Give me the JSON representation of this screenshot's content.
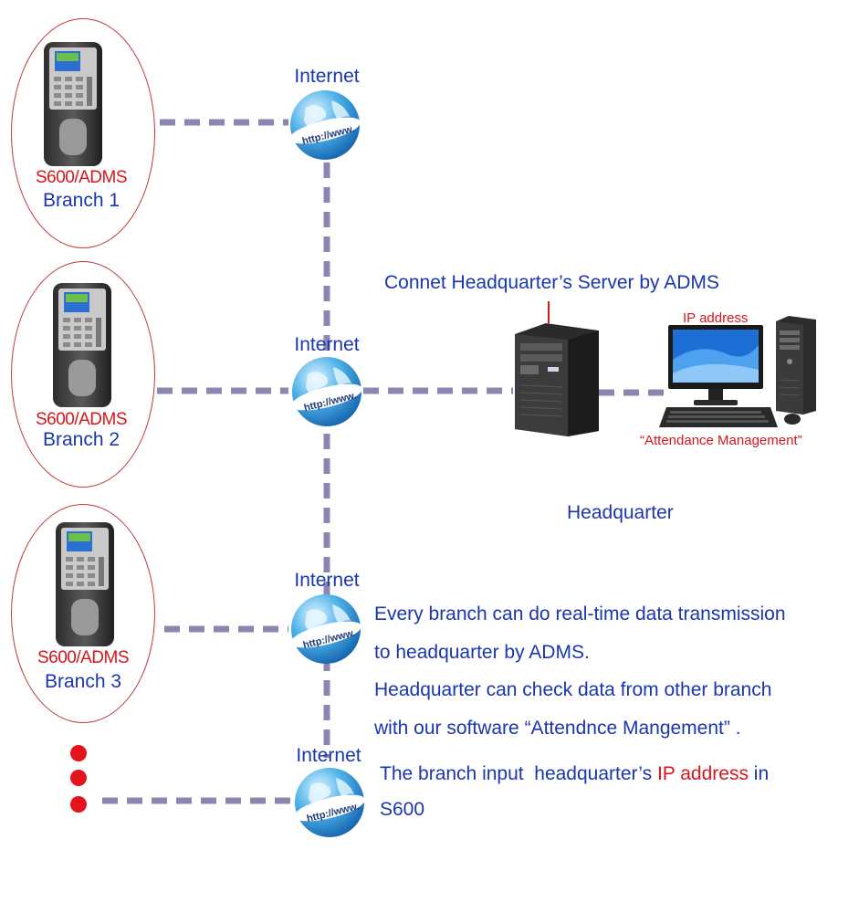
{
  "branches": [
    {
      "model": "S600/ADMS",
      "name": "Branch 1"
    },
    {
      "model": "S600/ADMS",
      "name": "Branch 2"
    },
    {
      "model": "S600/ADMS",
      "name": "Branch 3"
    }
  ],
  "internet_label": "Internet",
  "globe_text": "http://www.",
  "headquarter": {
    "connect_caption": "Connet Headquarter’s Server by ADMS",
    "ip_label": "IP address",
    "software_label": "“Attendance Management”",
    "title": "Headquarter"
  },
  "notes": {
    "line1": "Every branch can do real-time data transmission",
    "line2": "to headquarter by ADMS.",
    "line3": "Headquarter can check data from other branch",
    "line4": "with our software “Attendnce Mangement” .",
    "line5_a": "The branch input  headquarter’s ",
    "line5_highlight": "IP address",
    "line5_b": " in",
    "line6": "S600"
  },
  "colors": {
    "link": "#8c87b0",
    "label_blue": "#1a35b0",
    "accent_red": "#d7161b",
    "oval_border": "#c0393b"
  }
}
